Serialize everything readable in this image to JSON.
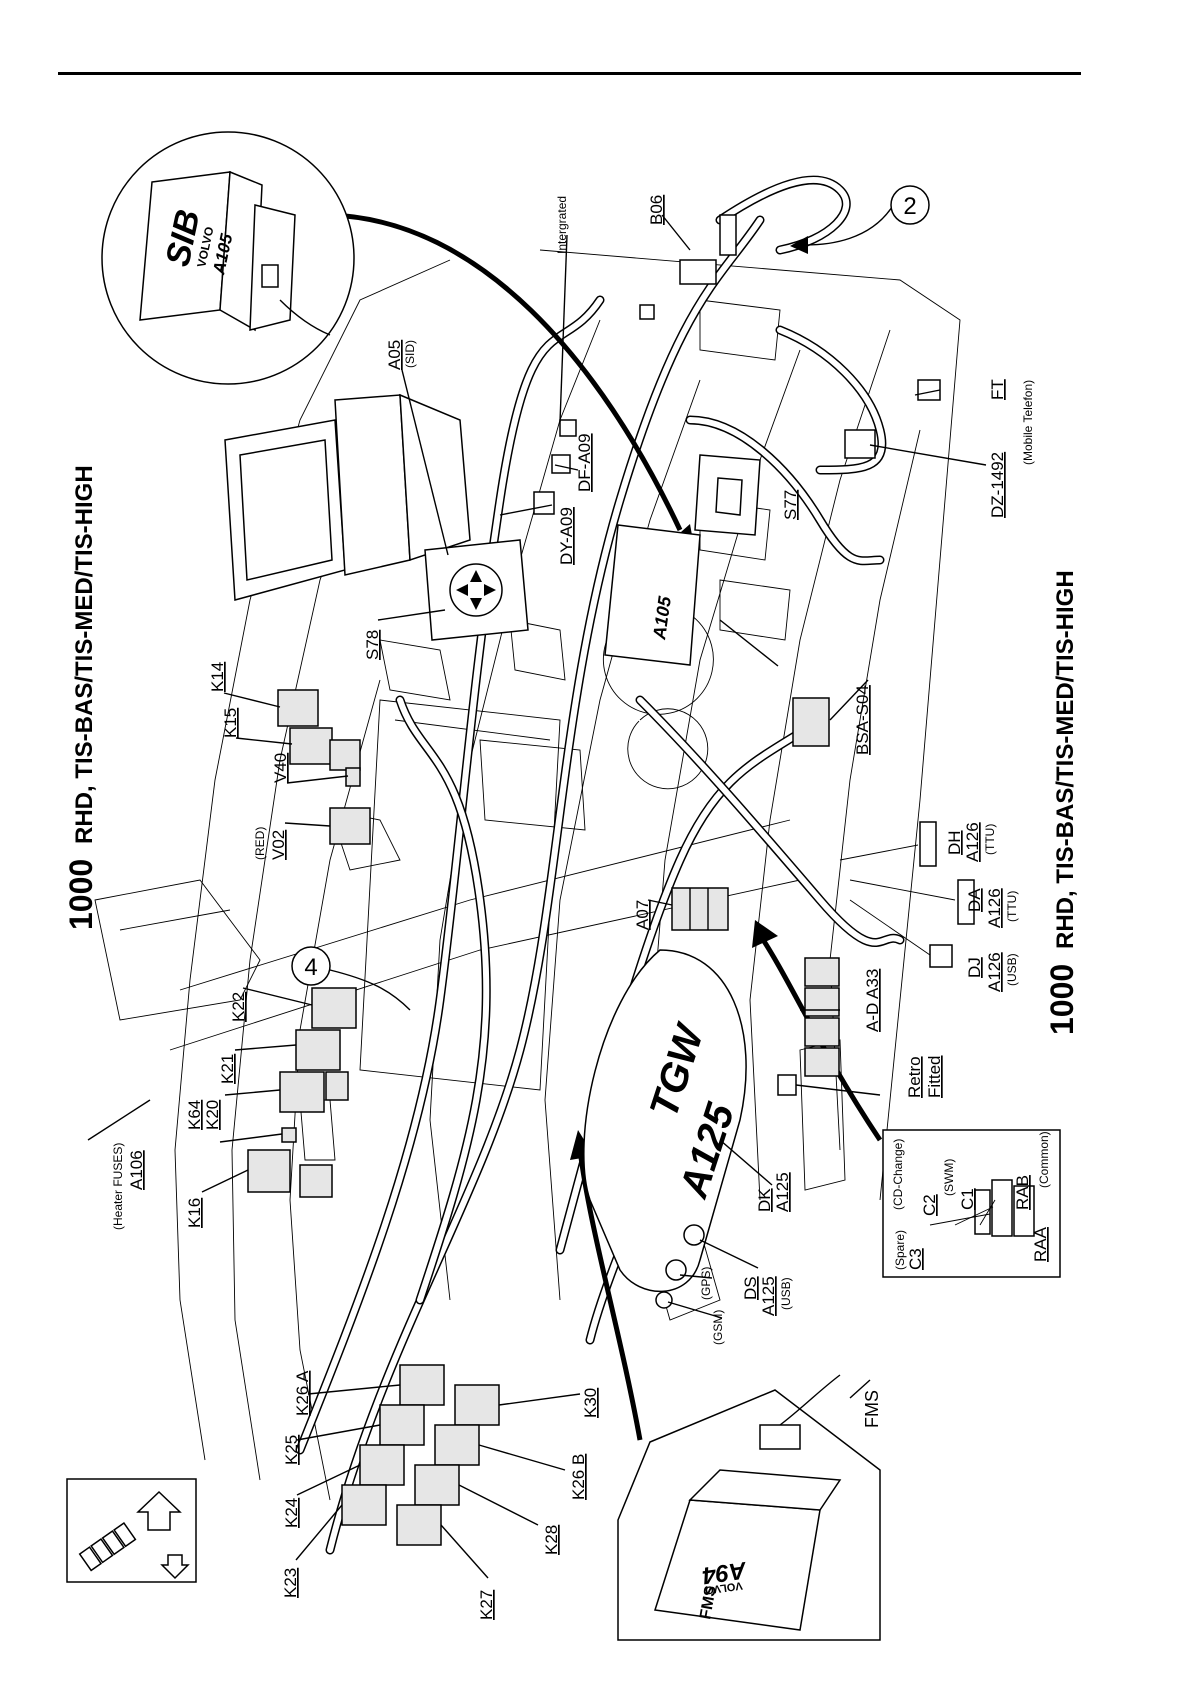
{
  "titles": {
    "top": {
      "number": "1000",
      "text": "RHD, TIS-BAS/TIS-MED/TIS-HIGH"
    },
    "bottom": {
      "number": "1000",
      "text": "RHD, TIS-BAS/TIS-MED/TIS-HIGH"
    }
  },
  "callouts": {
    "circle_2": "2",
    "circle_4": "4"
  },
  "inset_sib": {
    "big": "SIB",
    "brand": "VOLVO",
    "code": "A105"
  },
  "inset_fms": {
    "code": "A94",
    "brand": "VOLVO",
    "fms": "FMS",
    "label": "FMS"
  },
  "tgw": {
    "line1": "TGW",
    "line2": "A125"
  },
  "labels": {
    "intergrated": "Intergrated",
    "b06": "B06",
    "a05": "A05",
    "a05_sub": "(SID)",
    "dy_a09": "DY-A09",
    "df_a09": "DF-A09",
    "ft": "FT",
    "ft_sub": "(Mobile Telefon)",
    "dz_1492": "DZ-1492",
    "s77": "S77",
    "s78": "S78",
    "bsa_s04": "BSA-S04",
    "dh": "DH",
    "dh_a": "A126",
    "dh_sub": "(TTU)",
    "da": "DA",
    "da_a": "A126",
    "da_sub": "(TTU)",
    "dj": "DJ",
    "dj_a": "A126",
    "dj_sub": "(USB)",
    "a_d_a33": "A-D A33",
    "retro": "Retro",
    "fitted": "Fitted",
    "a07": "A07",
    "k14": "K14",
    "k15": "K15",
    "v40": "V40",
    "red": "(RED)",
    "v02": "V02",
    "k22": "K22",
    "k21": "K21",
    "k64": "K64",
    "k20": "K20",
    "heater": "(Heater FUSES)",
    "a106": "A106",
    "k16": "K16",
    "dk": "DK",
    "dk_a": "A125",
    "ds": "DS",
    "ds_a": "A125",
    "ds_sub": "(USB)",
    "gps": "(GPS)",
    "gsm": "(GSM)",
    "k26a": "K26 A",
    "k25": "K25",
    "k24": "K24",
    "k23": "K23",
    "k30": "K30",
    "k26b": "K26 B",
    "k28": "K28",
    "k27": "K27"
  },
  "cd_box": {
    "cd_change": "(CD-Change)",
    "common": "(Common)",
    "swm": "(SWM)",
    "spare": "(Spare)",
    "c1": "C1",
    "c2": "C2",
    "c3": "C3",
    "rab": "RAB",
    "raa": "RAA"
  }
}
